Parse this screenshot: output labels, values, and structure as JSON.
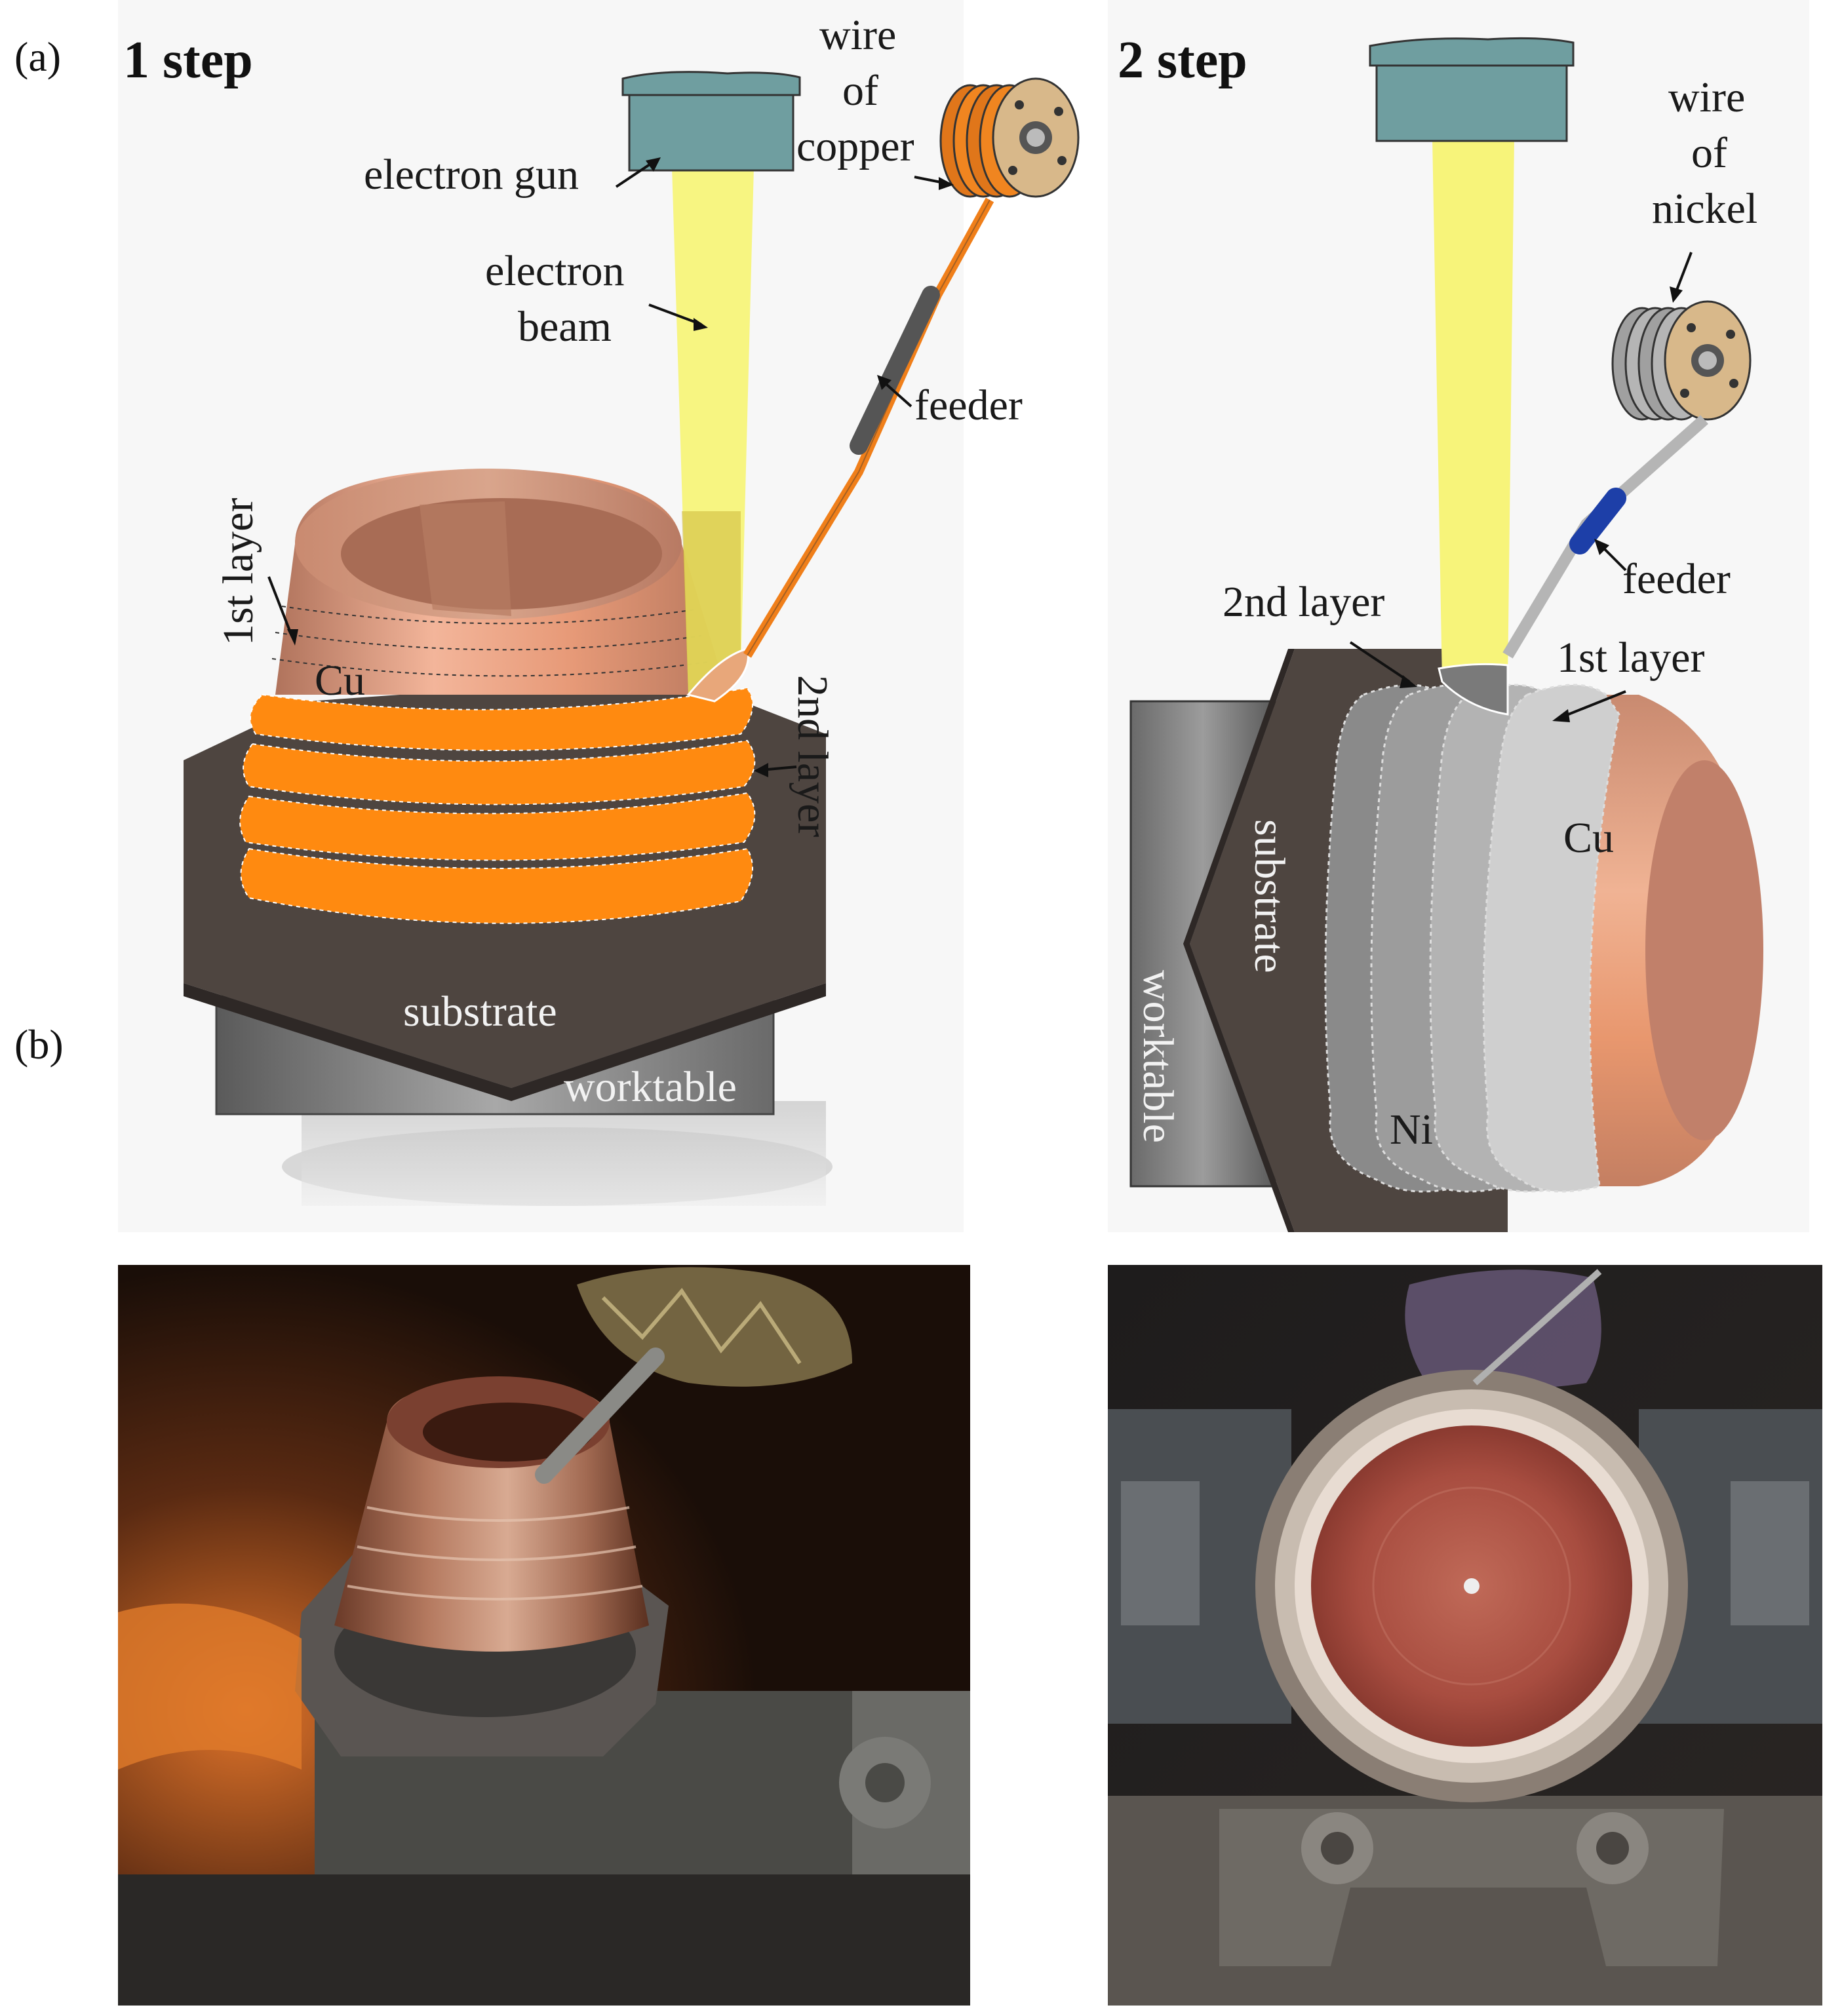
{
  "panels": {
    "a": "(a)",
    "b": "(b)"
  },
  "step1": {
    "title": "1 step",
    "electron_gun": "electron gun",
    "electron_beam_1": "electron",
    "electron_beam_2": "beam",
    "wire_1": "wire",
    "wire_2": "of",
    "wire_3": "copper",
    "feeder": "feeder",
    "first_layer": "1st layer",
    "second_layer": "2nd layer",
    "cu": "Cu",
    "substrate": "substrate",
    "worktable": "worktable"
  },
  "step2": {
    "title": "2 step",
    "wire_1": "wire",
    "wire_2": "of",
    "wire_3": "nickel",
    "feeder": "feeder",
    "second_layer": "2nd layer",
    "first_layer": "1st layer",
    "cu": "Cu",
    "ni": "Ni",
    "substrate": "substrate",
    "worktable": "worktable"
  },
  "colors": {
    "gun": "#6f9ea0",
    "beam": "#f7f47a",
    "copper_wire": "#f07f1a",
    "deposit_copper": "#ff8a10",
    "nickel_wire": "#b5b5b5",
    "feeder_blue": "#1d3fa8",
    "substrate": "#4e4540",
    "worktable": "#7a7a7a"
  }
}
